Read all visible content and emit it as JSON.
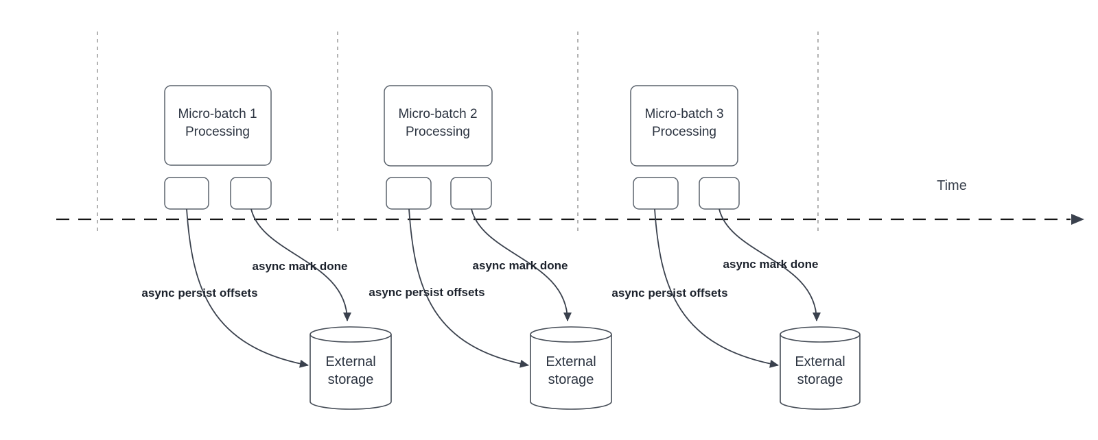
{
  "timeline": {
    "label": "Time"
  },
  "groups": [
    {
      "box_title": "Micro-batch 1",
      "box_subtitle": "Processing",
      "persist_arrow_label": "async persist offsets",
      "done_arrow_label": "async mark done",
      "storage_title": "External",
      "storage_subtitle": "storage"
    },
    {
      "box_title": "Micro-batch 2",
      "box_subtitle": "Processing",
      "persist_arrow_label": "async persist offsets",
      "done_arrow_label": "async mark done",
      "storage_title": "External",
      "storage_subtitle": "storage"
    },
    {
      "box_title": "Micro-batch 3",
      "box_subtitle": "Processing",
      "persist_arrow_label": "async persist offsets",
      "done_arrow_label": "async mark done",
      "storage_title": "External",
      "storage_subtitle": "storage"
    }
  ],
  "colors": {
    "connector_stroke": "#3a414d",
    "box_stroke": "#5a626c",
    "cylinder_stroke": "#454c56",
    "guide_line": "#b3b3b3",
    "axis_line": "#141414",
    "box_text": "#2b3340",
    "label_text": "#1c222c",
    "axis_text": "#3a414d",
    "canvas_bg": "#ffffff"
  }
}
